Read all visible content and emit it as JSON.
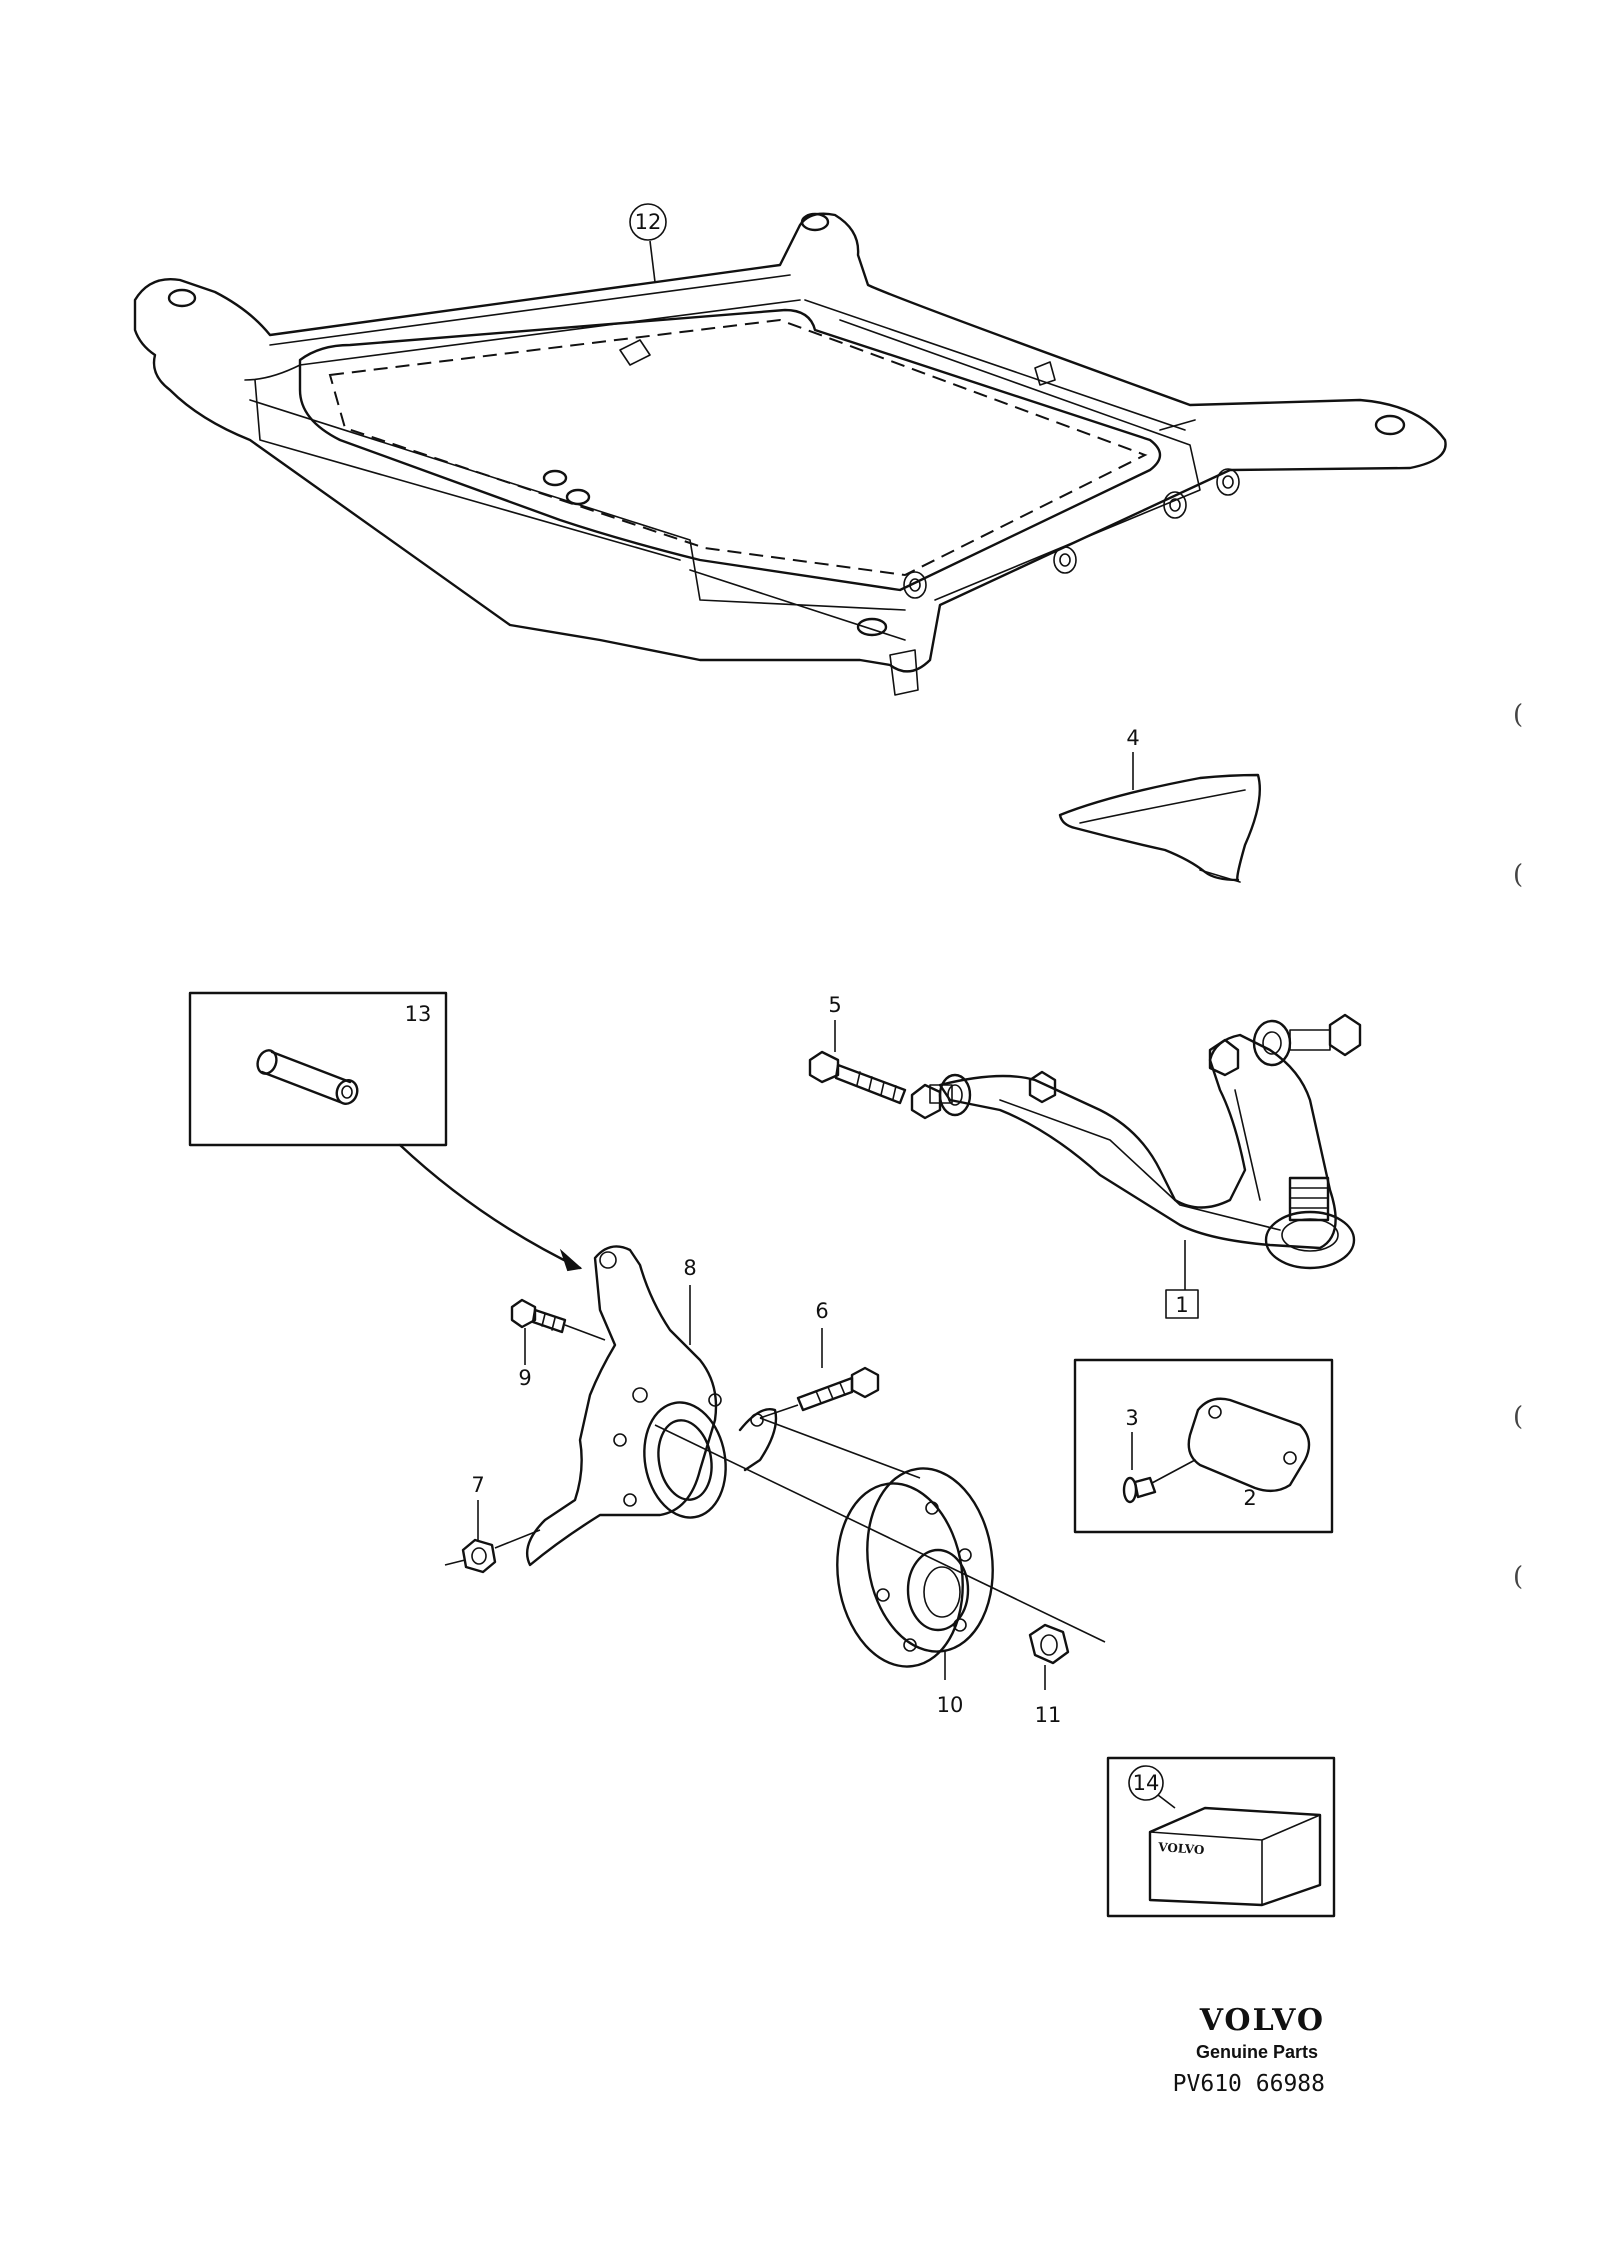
{
  "parts": {
    "p1": "1",
    "p2": "2",
    "p3": "3",
    "p4": "4",
    "p5": "5",
    "p6": "6",
    "p7": "7",
    "p8": "8",
    "p9": "9",
    "p10": "10",
    "p11": "11",
    "p12": "12",
    "p13": "13",
    "p14": "14"
  },
  "box_logo": "VOLVO",
  "margin_marks": [
    "(",
    "(",
    "(",
    "("
  ],
  "footer": {
    "brand": "VOLVO",
    "tagline": "Genuine Parts",
    "code": "PV610 66988"
  }
}
